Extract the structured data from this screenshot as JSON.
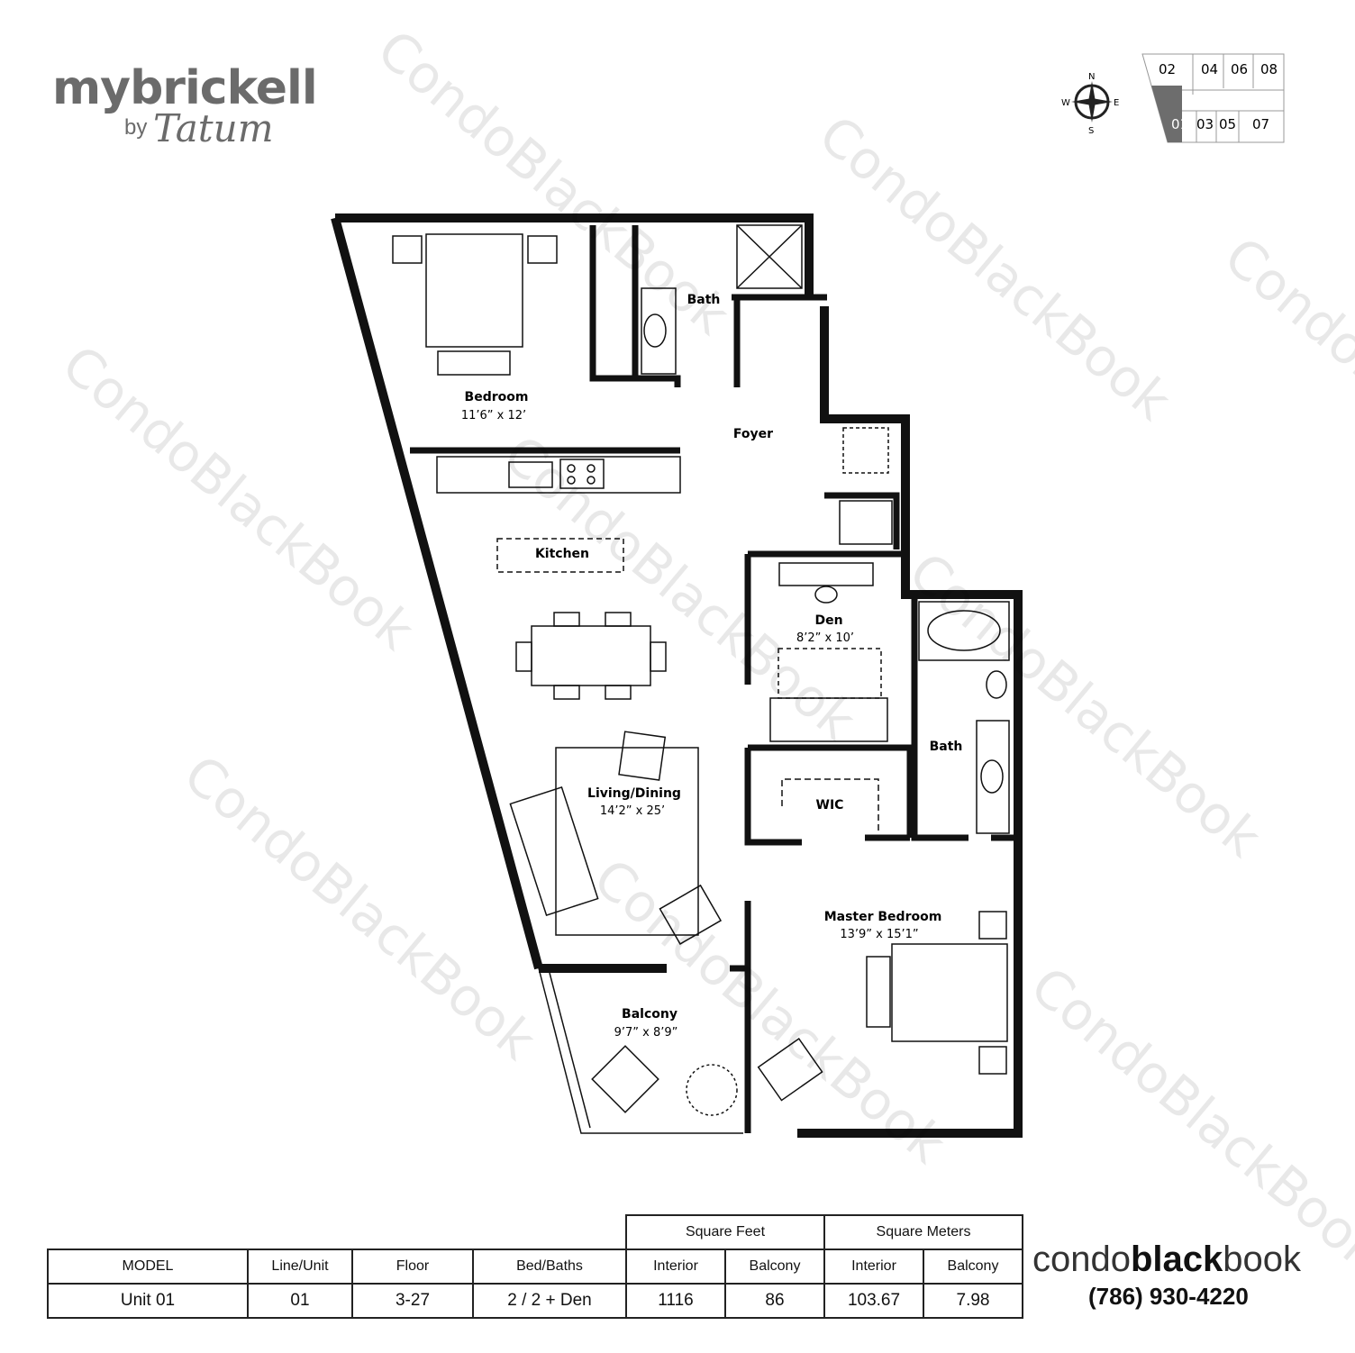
{
  "brand": {
    "name": "mybrickell",
    "by": "by",
    "signature": "Tatum"
  },
  "compass": {
    "n": "N",
    "s": "S",
    "e": "E",
    "w": "W"
  },
  "keyplan": {
    "units": [
      "02",
      "04",
      "06",
      "08",
      "01",
      "03",
      "05",
      "07"
    ],
    "highlighted": "01",
    "highlight_color": "#6d6d6d"
  },
  "rooms": [
    {
      "name": "Bedroom",
      "dims": "11’6” x 12’"
    },
    {
      "name": "Bath",
      "dims": ""
    },
    {
      "name": "Foyer",
      "dims": ""
    },
    {
      "name": "Kitchen",
      "dims": ""
    },
    {
      "name": "Den",
      "dims": "8’2” x 10’"
    },
    {
      "name": "Bath",
      "dims": ""
    },
    {
      "name": "Living/Dining",
      "dims": "14’2” x 25’"
    },
    {
      "name": "WIC",
      "dims": ""
    },
    {
      "name": "Master Bedroom",
      "dims": "13’9” x 15’1”"
    },
    {
      "name": "Balcony",
      "dims": "9’7” x 8’9”"
    }
  ],
  "specs": {
    "group_headers": [
      "Square Feet",
      "Square Meters"
    ],
    "headers": [
      "MODEL",
      "Line/Unit",
      "Floor",
      "Bed/Baths",
      "Interior",
      "Balcony",
      "Interior",
      "Balcony"
    ],
    "row": [
      "Unit 01",
      "01",
      "3-27",
      "2 / 2 + Den",
      "1116",
      "86",
      "103.67",
      "7.98"
    ]
  },
  "footer": {
    "logo_a": "condo",
    "logo_b": "black",
    "logo_c": "book",
    "phone": "(786) 930-4220"
  },
  "watermark": "CondoBlackBook"
}
